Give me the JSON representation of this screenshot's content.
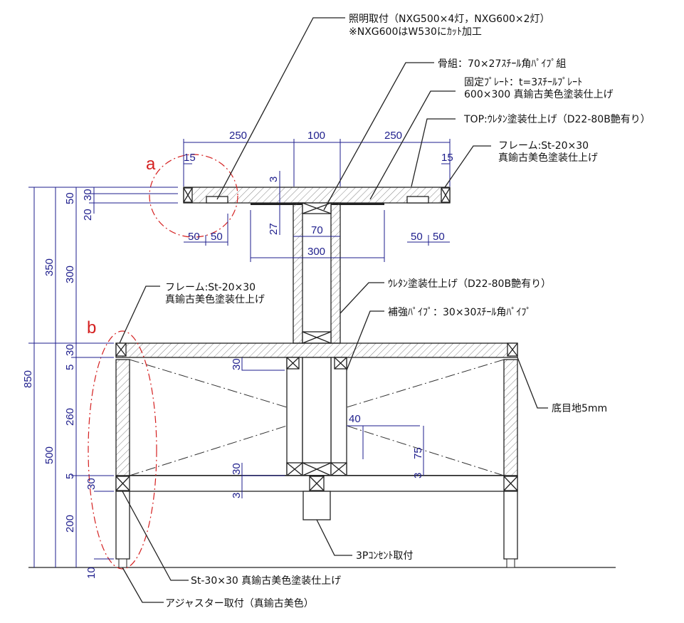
{
  "title": "テーブル断面図",
  "markers": {
    "a": "a",
    "b": "b"
  },
  "notes": {
    "lighting_1": "照明取付（NXG500×4灯，NXG600×2灯）",
    "lighting_2": "※NXG600はW530にｶｯﾄ加工",
    "skeleton": "骨組：70×27ｽﾁｰﾙ角ﾊﾟｲﾌﾟ組",
    "plate_1": "固定ﾌﾟﾚｰﾄ：t=3ｽﾁｰﾙﾌﾟﾚｰﾄ",
    "plate_2": "600×300  真鍮古美色塗装仕上げ",
    "top": "TOP:ｳﾚﾀﾝ塗装仕上げ（D22-80B艶有り）",
    "frame_r_1": "フレーム:St-20×30",
    "frame_r_2": "真鍮古美色塗装仕上げ",
    "frame_l_1": "フレーム:St-20×30",
    "frame_l_2": "真鍮古美色塗装仕上げ",
    "urethane": "ｳﾚﾀﾝ塗装仕上げ（D22-80B艶有り）",
    "reinforce": "補強ﾊﾟｲﾌﾟ：30×30ｽﾁｰﾙ角ﾊﾟｲﾌﾟ",
    "joint": "底目地5mm",
    "outlet": "3Pｺﾝｾﾝﾄ取付",
    "leg": "St-30×30  真鍮古美色塗装仕上げ",
    "adjuster": "アジャスター取付（真鍮古美色）"
  },
  "dims": [
    "250",
    "100",
    "250",
    "15",
    "15",
    "50",
    "50",
    "70",
    "300",
    "50",
    "50",
    "3",
    "27",
    "850",
    "350",
    "500",
    "50",
    "30",
    "20",
    "300",
    "30",
    "5",
    "260",
    "5",
    "200",
    "30",
    "10",
    "30",
    "30",
    "3",
    "40",
    "75",
    "3"
  ],
  "colors": {
    "dimension": "#1e1e8c",
    "marker": "#d42020",
    "line": "#222222"
  }
}
